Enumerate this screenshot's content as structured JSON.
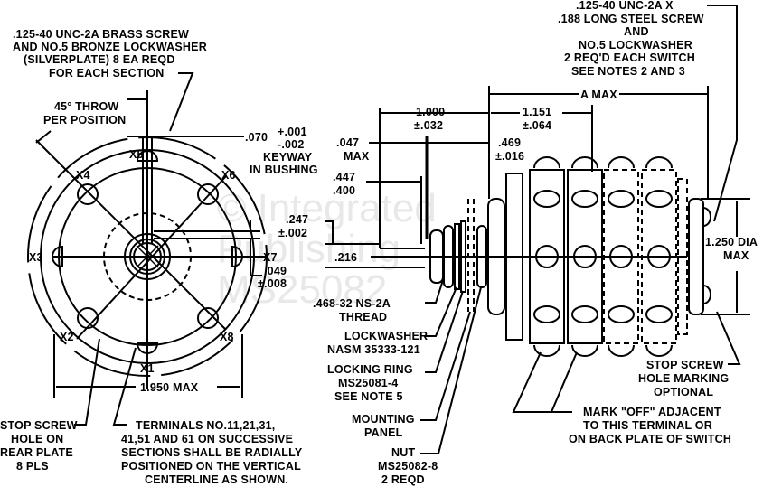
{
  "drawing": {
    "title": "Rotary switch outline drawing",
    "watermark": [
      "© Integrated",
      "Publishing",
      "MS25082"
    ],
    "front_view": {
      "note_screw": [
        ".125-40 UNC-2A BRASS SCREW",
        "AND NO.5 BRONZE LOCKWASHER",
        "(SILVERPLATE) 8 EA REQD",
        "FOR EACH SECTION"
      ],
      "throw": [
        "45° THROW",
        "PER POSITION"
      ],
      "keyway": {
        "value": ".070",
        "tol_plus": "+.001",
        "tol_minus": "-.002",
        "text": [
          "KEYWAY",
          "IN BUSHING"
        ]
      },
      "terminals": [
        "X1",
        "X2",
        "X3",
        "X4",
        "X5",
        "X6",
        "X7",
        "X8"
      ],
      "dim_049": [
        ".049",
        "±.008"
      ],
      "dim_width": "1.950 MAX",
      "note_stop_screw": [
        "STOP SCREW",
        "HOLE ON",
        "REAR PLATE",
        "8 PLS"
      ],
      "note_terminals": [
        "TERMINALS NO.11,21,31,",
        "41,51 AND 61 ON SUCCESSIVE",
        "SECTIONS SHALL BE RADIALLY",
        "POSITIONED ON THE VERTICAL",
        "CENTERLINE AS SHOWN."
      ]
    },
    "side_view": {
      "dim_1000": [
        "1.000",
        "±.032"
      ],
      "dim_047": [
        ".047",
        "MAX"
      ],
      "dim_447": [
        ".447",
        ".400"
      ],
      "dim_247": [
        ".247",
        "±.002"
      ],
      "dim_216": ".216",
      "dim_1151": [
        "1.151",
        "±.064"
      ],
      "dim_469": [
        ".469",
        "±.016"
      ],
      "dim_a_max": "A MAX",
      "dim_dia": [
        "1.250 DIA",
        "MAX"
      ],
      "note_steel_screw": [
        ".125-40 UNC-2A X",
        ".188 LONG STEEL SCREW",
        "AND",
        "NO.5 LOCKWASHER",
        "2 REQ'D EACH SWITCH",
        "SEE NOTES 2 AND 3"
      ],
      "thread": [
        ".468-32 NS-2A",
        "THREAD"
      ],
      "lockwasher": [
        "LOCKWASHER",
        "NASM 35333-121"
      ],
      "locking_ring": [
        "LOCKING RING",
        "MS25081-4",
        "SEE NOTE 5"
      ],
      "panel": [
        "MOUNTING",
        "PANEL"
      ],
      "nut": [
        "NUT",
        "MS25082-8",
        "2 REQD"
      ],
      "stop_marking": [
        "STOP SCREW",
        "HOLE MARKING",
        "OPTIONAL"
      ],
      "mark_off": [
        "MARK \"OFF\" ADJACENT",
        "TO THIS TERMINAL OR",
        "ON BACK PLATE OF SWITCH"
      ]
    }
  }
}
